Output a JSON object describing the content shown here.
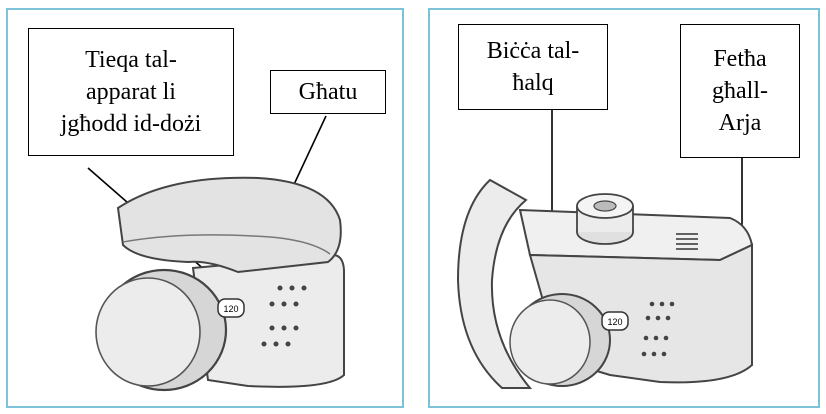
{
  "left_panel": {
    "callout_counter": "Tieqa tal-\napparat li\njgħodd id-dożi",
    "callout_cover": "Għatu",
    "counter_value": "120"
  },
  "right_panel": {
    "callout_mouthpiece": "Biċċa tal-\nħalq",
    "callout_vent": "Fetħa\ngħall-\nArja",
    "counter_value": "120"
  },
  "colors": {
    "panel_border": "#7fc3d8",
    "device_fill": "#e9e9e9",
    "device_outline": "#444444",
    "leader_line": "#000000"
  }
}
